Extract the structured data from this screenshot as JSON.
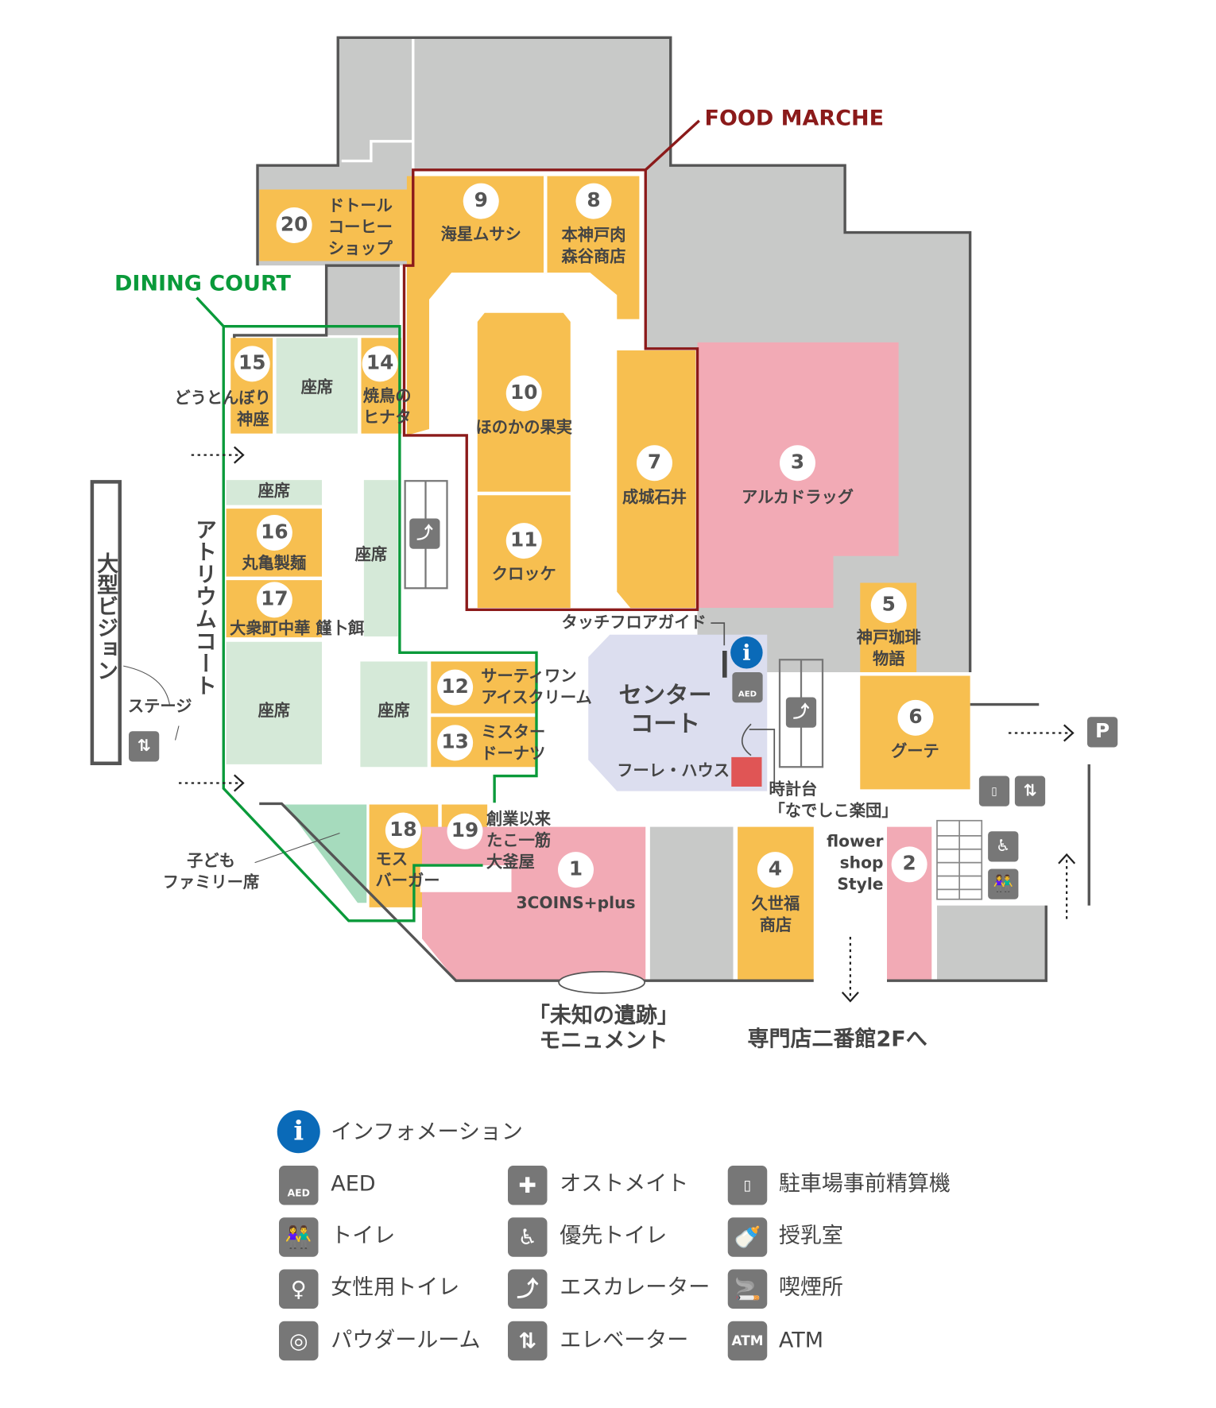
{
  "zones": {
    "food_marche": "FOOD MARCHE",
    "dining_court": "DINING COURT"
  },
  "colors": {
    "food_marche": "#8b1a1a",
    "dining_court": "#0a9a3a",
    "shop_yellow": "#f7bf50",
    "shop_pink": "#f2aab5",
    "seat_green": "#d5e9d8",
    "wall_grey": "#c8c9c8",
    "center_court": "#dcdeef",
    "info_blue": "#0a6ab8"
  },
  "shops": [
    {
      "number": "1",
      "name": "3COINS+plus"
    },
    {
      "number": "2",
      "name": "flower shop Style",
      "lines": [
        "flower",
        "shop",
        "Style"
      ]
    },
    {
      "number": "3",
      "name": "アルカドラッグ"
    },
    {
      "number": "4",
      "lines": [
        "久世福",
        "商店"
      ]
    },
    {
      "number": "5",
      "lines": [
        "神戸珈琲",
        "物語"
      ]
    },
    {
      "number": "6",
      "name": "グーテ"
    },
    {
      "number": "7",
      "name": "成城石井"
    },
    {
      "number": "8",
      "lines": [
        "本神戸肉",
        "森谷商店"
      ]
    },
    {
      "number": "9",
      "name": "海星ムサシ"
    },
    {
      "number": "10",
      "name": "ほのかの果実"
    },
    {
      "number": "11",
      "name": "クロッケ"
    },
    {
      "number": "12",
      "lines": [
        "サーティワン",
        "アイスクリーム"
      ]
    },
    {
      "number": "13",
      "lines": [
        "ミスター",
        "ドーナツ"
      ]
    },
    {
      "number": "14",
      "lines": [
        "焼鳥の",
        "ヒナタ"
      ]
    },
    {
      "number": "15",
      "lines": [
        "どうとんぼり",
        "神座"
      ]
    },
    {
      "number": "16",
      "name": "丸亀製麺"
    },
    {
      "number": "17",
      "name": "大衆町中華 饉卜餌"
    },
    {
      "number": "18",
      "lines": [
        "モス",
        "バーガー"
      ]
    },
    {
      "number": "19",
      "lines": [
        "創業以来",
        "たこ一筋",
        "大釜屋"
      ]
    },
    {
      "number": "20",
      "lines": [
        "ドトール",
        "コーヒー",
        "ショップ"
      ]
    }
  ],
  "seat_label": "座席",
  "labels": {
    "atrium_court": "アトリウムコート",
    "big_vision": "大型ビジョン",
    "stage": "ステージ",
    "kids_family": [
      "子ども",
      "ファミリー席"
    ],
    "touch_floor_guide": "タッチフロアガイド",
    "center_court": [
      "センター",
      "コート"
    ],
    "fure_haus": "フーレ・ハウス",
    "clock_tower": [
      "時計台",
      "「なでしこ楽団」"
    ],
    "monument": [
      "「未知の遺跡」",
      "モニュメント"
    ],
    "to_annex": "専門店二番館2Fへ",
    "parking": "P"
  },
  "legend": [
    {
      "icon": "info-icon",
      "label": "インフォメーション"
    },
    {
      "icon": "aed-icon",
      "label": "AED"
    },
    {
      "icon": "restroom-icon",
      "label": "トイレ"
    },
    {
      "icon": "womens-restroom-icon",
      "label": "女性用トイレ"
    },
    {
      "icon": "powder-room-icon",
      "label": "パウダールーム"
    },
    {
      "icon": "ostomate-icon",
      "label": "オストメイト"
    },
    {
      "icon": "accessible-restroom-icon",
      "label": "優先トイレ"
    },
    {
      "icon": "escalator-icon",
      "label": "エスカレーター"
    },
    {
      "icon": "elevator-icon",
      "label": "エレベーター"
    },
    {
      "icon": "parking-payment-icon",
      "label": "駐車場事前精算機"
    },
    {
      "icon": "nursing-room-icon",
      "label": "授乳室"
    },
    {
      "icon": "smoking-area-icon",
      "label": "喫煙所"
    },
    {
      "icon": "atm-icon",
      "label": "ATM"
    }
  ],
  "icon_text": {
    "aed": "AED",
    "atm": "ATM",
    "info": "i",
    "parking": "P"
  }
}
